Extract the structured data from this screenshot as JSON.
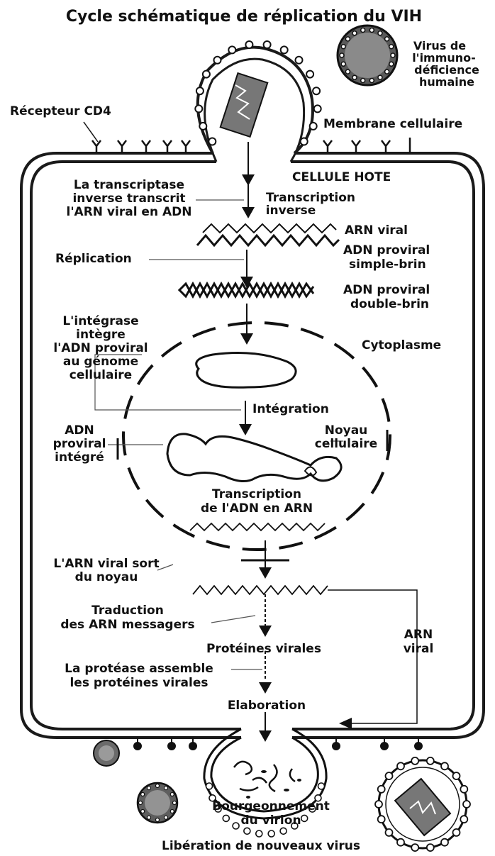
{
  "title": "Cycle schématique de réplication du VIH",
  "labels": {
    "virus_name": [
      "Virus de",
      "l'immuno-",
      "déficience",
      "humaine"
    ],
    "recepteur": "Récepteur CD4",
    "membrane": "Membrane cellulaire",
    "cellule_hote": "CELLULE HOTE",
    "transcriptase": [
      "La transcriptase",
      "inverse transcrit",
      "l'ARN viral en ADN"
    ],
    "transcription_inverse": [
      "Transcription",
      "inverse"
    ],
    "arn_viral": "ARN viral",
    "adn_simple": [
      "ADN proviral",
      "simple-brin"
    ],
    "replication": "Réplication",
    "adn_double": [
      "ADN proviral",
      "double-brin"
    ],
    "integrase": [
      "L'intégrase",
      "intègre",
      "l'ADN proviral",
      "au génome",
      "cellulaire"
    ],
    "cytoplasme": "Cytoplasme",
    "integration": "Intégration",
    "adn_integre": [
      "ADN",
      "proviral",
      "intégré"
    ],
    "noyau": [
      "Noyau",
      "cellulaire"
    ],
    "transcription_adn": [
      "Transcription",
      "de l'ADN en ARN"
    ],
    "arn_sort": [
      "L'ARN viral sort",
      "du noyau"
    ],
    "traduction": [
      "Traduction",
      "des ARN messagers"
    ],
    "proteines": "Protéines virales",
    "arn_viral_side": [
      "ARN",
      "viral"
    ],
    "protease": [
      "La protéase assemble",
      "les protéines virales"
    ],
    "elaboration": "Elaboration",
    "bourgeonnement": [
      "Bourgeonnement",
      "du virion"
    ],
    "liberation": "Libération de nouveaux virus"
  }
}
